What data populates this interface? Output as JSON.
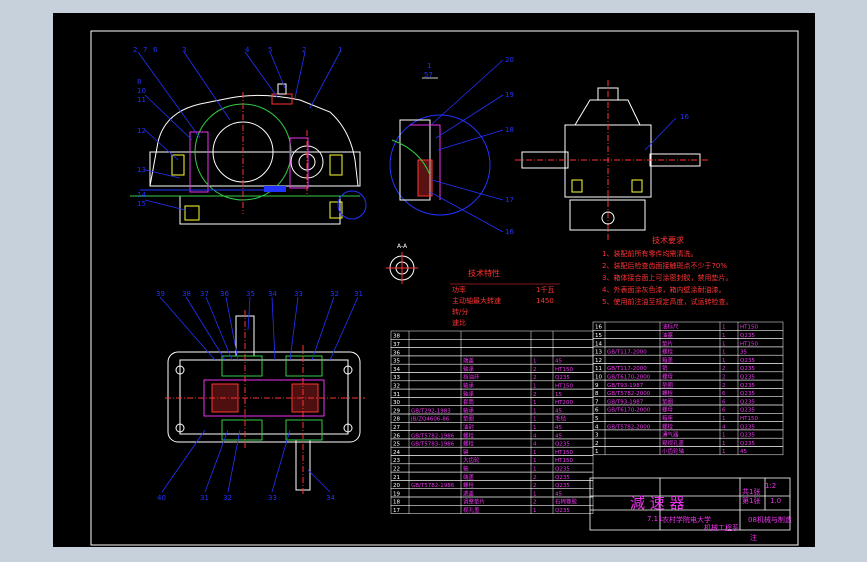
{
  "drawing": {
    "title_main": "減 速 器",
    "school": "农村学院电大学",
    "course": "机械工程系",
    "cls": "08机械与制造",
    "scale": "1:2",
    "sheet_no": "1.0",
    "sheet_count": "第1张",
    "sheet_of": "共1张",
    "date": "7.11",
    "note_last": "注"
  },
  "balloons_front_top": [
    "2",
    "7",
    "6",
    "3",
    "4",
    "5",
    "2",
    "1"
  ],
  "balloons_front_left": [
    "8",
    "10",
    "11",
    "12",
    "13",
    "14",
    "15"
  ],
  "balloon_17": "1",
  "balloon_57": "57",
  "detail_labels": [
    "20",
    "19",
    "18",
    "17",
    "16"
  ],
  "side_label": "16",
  "small_detail_label": "A-A",
  "plan_top_labels": [
    "39",
    "38",
    "37",
    "36",
    "35",
    "34",
    "33",
    "32",
    "31"
  ],
  "plan_bottom_labels": [
    "40",
    "31",
    "32",
    "33",
    "34"
  ],
  "tech_params": {
    "title": "技术特性",
    "rows": [
      {
        "k": "功率",
        "v": "1千瓦"
      },
      {
        "k": "主动轴最大转速",
        "v": "1450"
      },
      {
        "k": "转/分",
        "v": ""
      },
      {
        "k": "速比",
        "v": ""
      }
    ]
  },
  "tech_requirements": {
    "title": "技术要求",
    "items": [
      "1、装配前所有零件均需清洗。",
      "2、装配后检查齿面接触斑点不少于70%",
      "3、箱体接合面上可涂密封胶，禁用垫片。",
      "4、外表面涂灰色漆，箱内壁涂耐油漆。",
      "5、使用前注油至规定高度，试运转检查。"
    ]
  },
  "bom_left": [
    [
      "38",
      "",
      "",
      "",
      ""
    ],
    [
      "37",
      "",
      "",
      "",
      ""
    ],
    [
      "36",
      "",
      "",
      "",
      ""
    ],
    [
      "35",
      "",
      "端盖",
      "1",
      "45"
    ],
    [
      "34",
      "",
      "轴承",
      "2",
      "HT150"
    ],
    [
      "33",
      "",
      "挡油环",
      "2",
      "Q235"
    ],
    [
      "32",
      "",
      "轴承",
      "1",
      "HT150"
    ],
    [
      "31",
      "",
      "轴承",
      "2",
      "15"
    ],
    [
      "30",
      "",
      "套筒",
      "1",
      "HT200"
    ],
    [
      "29",
      "GB/T292-1983",
      "轴承",
      "1",
      "45"
    ],
    [
      "28",
      "JB/ZQ4606-86",
      "垫圈",
      "1",
      "毛毡"
    ],
    [
      "27",
      "",
      "油封",
      "1",
      "45"
    ],
    [
      "26",
      "GB/T5782-1986",
      "螺栓",
      "4",
      "45"
    ],
    [
      "25",
      "GB/T5783-1986",
      "螺栓",
      "4",
      "Q235"
    ],
    [
      "24",
      "",
      "键",
      "1",
      "HT150"
    ],
    [
      "23",
      "",
      "大齿轮",
      "1",
      "HT150"
    ],
    [
      "22",
      "",
      "轴",
      "1",
      "Q235"
    ],
    [
      "21",
      "",
      "端盖",
      "2",
      "Q235"
    ],
    [
      "20",
      "GB/T5782-1986",
      "螺栓",
      "2",
      "Q235"
    ],
    [
      "19",
      "",
      "透盖",
      "1",
      "45"
    ],
    [
      "18",
      "",
      "调整垫片",
      "2",
      "石棉橡胶"
    ],
    [
      "17",
      "",
      "视孔盖",
      "1",
      "Q235"
    ]
  ],
  "bom_right": [
    [
      "16",
      "",
      "油标尺",
      "1",
      "HT150"
    ],
    [
      "15",
      "",
      "油塞",
      "1",
      "Q235"
    ],
    [
      "14",
      "",
      "垫片",
      "1",
      "HT150"
    ],
    [
      "13",
      "GB/T117-2000",
      "螺栓",
      "1",
      "35"
    ],
    [
      "12",
      "",
      "箱盖",
      "1",
      "Q235"
    ],
    [
      "11",
      "GB/T117-2000",
      "销",
      "2",
      "Q235"
    ],
    [
      "10",
      "GB/T6170-2000",
      "螺母",
      "2",
      "Q235"
    ],
    [
      "9",
      "GB/T93-1987",
      "垫圈",
      "2",
      "Q235"
    ],
    [
      "8",
      "GB/T5782-2000",
      "螺栓",
      "6",
      "Q235"
    ],
    [
      "7",
      "GB/T93-1987",
      "垫圈",
      "6",
      "Q235"
    ],
    [
      "6",
      "GB/T6170-2000",
      "螺母",
      "6",
      "Q235"
    ],
    [
      "5",
      "",
      "箱座",
      "1",
      "HT150"
    ],
    [
      "4",
      "GB/T5782-2000",
      "螺栓",
      "4",
      "Q235"
    ],
    [
      "3",
      "",
      "通气器",
      "1",
      "Q235"
    ],
    [
      "2",
      "",
      "窥视孔盖",
      "1",
      "Q235"
    ],
    [
      "1",
      "",
      "小齿轮轴",
      "1",
      "45"
    ]
  ],
  "colors": {
    "bg": "#c7d1db",
    "paper": "#000000",
    "border": "#ffffff",
    "green": "#33cc44",
    "cyan": "#22ccee",
    "blue": "#2233ff",
    "magenta": "#ee33ee",
    "red": "#ff3333",
    "yellow": "#ffff33",
    "white": "#ffffff"
  }
}
